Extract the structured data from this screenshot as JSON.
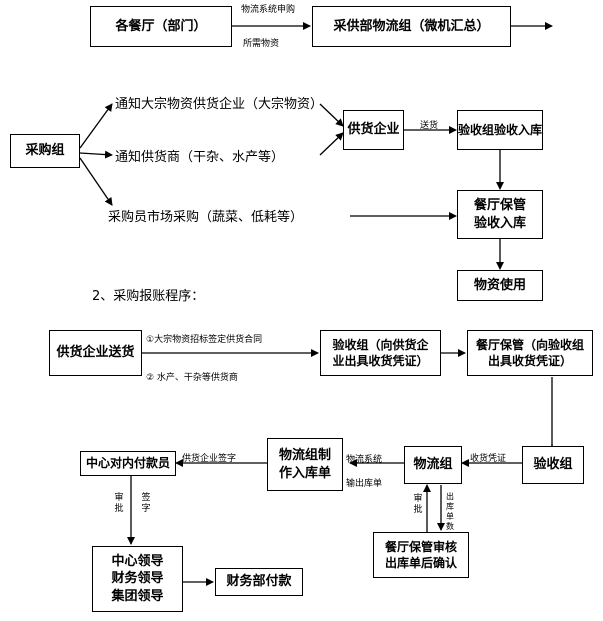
{
  "flow1": {
    "restaurants": "各餐厅（部门）",
    "label_top": "物流系统申购",
    "label_bottom": "所需物资",
    "logistics": "采供部物流组（微机汇总）"
  },
  "flow2": {
    "purchasing": "采购组",
    "notify_bulk": "通知大宗物资供货企业（大宗物资）",
    "notify_supplier": "通知供货商（干杂、水产等）",
    "market_buy": "采购员市场采购（蔬菜、低耗等）",
    "supplier": "供货企业",
    "delivery": "送货",
    "receiving": "验收组验收入库",
    "restaurant_receive": "餐厅保管\n验收入库",
    "use": "物资使用"
  },
  "section2_title": "2、采购报账程序：",
  "flow3": {
    "supplier_delivery": "供货企业送货",
    "note1": "①大宗物资招标签定供货合同",
    "note2": "② 水产、干杂等供货商",
    "receiving_group": "验收组（向供货企\n业出具收货凭证）",
    "restaurant_keeper": "餐厅保管（向验收组\n出具收货凭证）",
    "inspection": "验收组",
    "receipt_voucher": "收货凭证",
    "logistics": "物流组",
    "system_label": "物流系统",
    "out_label": "输出库单",
    "logistics_make": "物流组制\n作入库单",
    "sign_label": "供货企业签字",
    "payment_center": "中心对内付款员",
    "approve1": "审批",
    "sign1": "签字",
    "leaders": "中心领导\n财务领导\n集团领导",
    "finance": "财务部付款",
    "approve2": "审批",
    "out_data": "出库单数据",
    "keeper_review": "餐厅保管审核\n出库单后确认"
  }
}
